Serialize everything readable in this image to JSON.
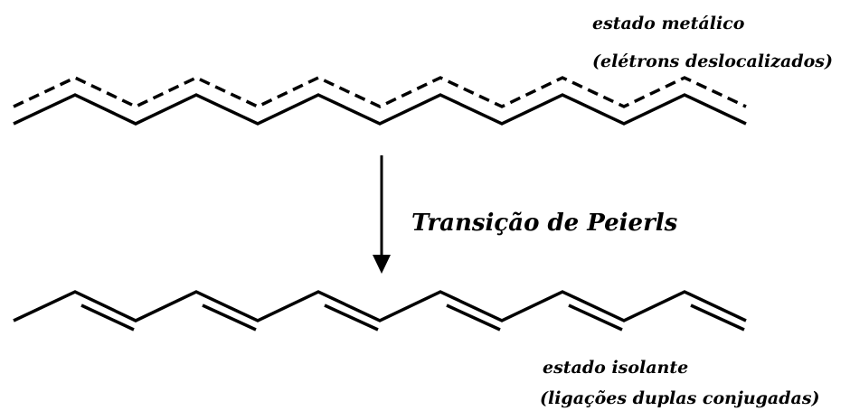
{
  "top_state": {
    "line1": "estado metálico",
    "line2": "(elétrons deslocalizados)"
  },
  "transition": {
    "label": "Transição de Peierls"
  },
  "bottom_state": {
    "line1": "estado isolante",
    "line2": "(ligações duplas conjugadas)"
  },
  "colors": {
    "ink": "#000000",
    "background": "#ffffff"
  }
}
